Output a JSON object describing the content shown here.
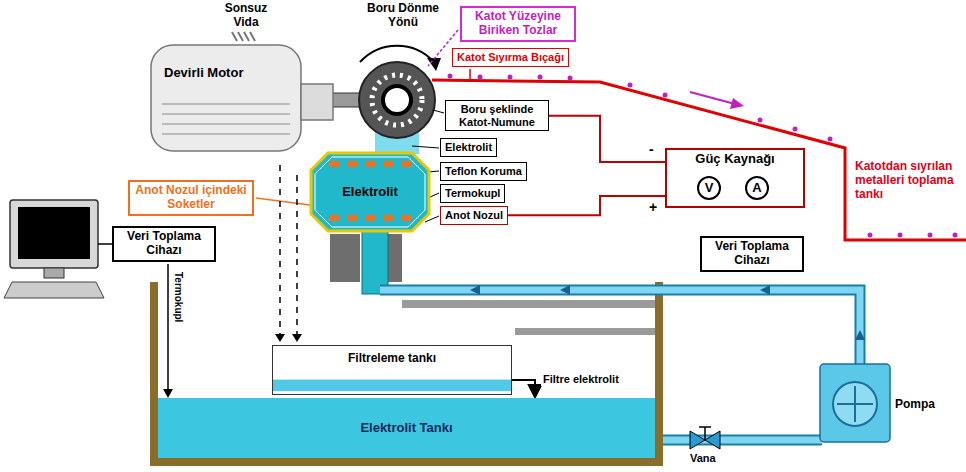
{
  "diagram": {
    "nodes": [
      {
        "text": [
          "Devirli Motor"
        ]
      },
      {
        "text": [
          "Katot Yüzeyine Biriken Tozlar"
        ]
      },
      {
        "text": [
          "Katot Sıyırma Bıçağı"
        ]
      },
      {
        "text": [
          "Boru şeklinde Katot-Numune"
        ]
      },
      {
        "text": [
          "Elektrolit"
        ]
      },
      {
        "text": [
          "Güç Kaynağı"
        ]
      },
      {
        "text": [
          "V"
        ],
        "in": 5
      },
      {
        "text": [
          "A"
        ],
        "in": 5
      },
      {
        "text": [
          "Anot Nozul içindeki Soketler"
        ]
      },
      {
        "text": [
          "Elektrolit"
        ]
      },
      {
        "text": [
          "Teflon Koruma"
        ]
      },
      {
        "text": [
          "Termokupl"
        ]
      },
      {
        "text": [
          "Anot Nozul"
        ]
      },
      {
        "text": [
          "Veri Toplama Cihazı"
        ]
      },
      {
        "text": [
          "Veri Toplama Cihazı"
        ]
      },
      {
        "text": [
          "Filtreleme tankı"
        ]
      },
      {
        "text": [
          "Elektrolit Tankı"
        ]
      }
    ],
    "edges": [
      {
        "from": 5,
        "to": 3,
        "arrow": "none"
      },
      {
        "from": 5,
        "to": 12,
        "arrow": "none"
      },
      {
        "from": 15,
        "to": 16,
        "label": "Filtre elektrolit",
        "arrow": "to"
      }
    ],
    "labels": [
      "Sonsuz Vida",
      "Boru Dönme Yönü",
      "-",
      "+",
      "Katotdan sıyrılan metalleri toplama tankı",
      "Termokupl",
      "Pompa",
      "Vana"
    ]
  }
}
